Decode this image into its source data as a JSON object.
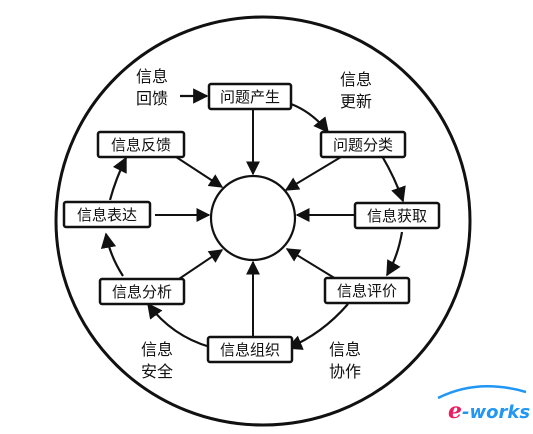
{
  "diagram": {
    "nodes": [
      {
        "id": "problem_generate",
        "label": "问题产生"
      },
      {
        "id": "problem_classify",
        "label": "问题分类"
      },
      {
        "id": "info_acquire",
        "label": "信息获取"
      },
      {
        "id": "info_evaluate",
        "label": "信息评价"
      },
      {
        "id": "info_organize",
        "label": "信息组织"
      },
      {
        "id": "info_analyze",
        "label": "信息分析"
      },
      {
        "id": "info_express",
        "label": "信息表达"
      },
      {
        "id": "info_feedback",
        "label": "信息反馈"
      }
    ],
    "outer_labels": {
      "top_left_1": "信息",
      "top_left_2": "回馈",
      "top_right_1": "信息",
      "top_right_2": "更新",
      "bottom_left_1": "信息",
      "bottom_left_2": "安全",
      "bottom_right_1": "信息",
      "bottom_right_2": "协作"
    }
  },
  "logo": {
    "text": "e-works",
    "color_e": "#e91e63",
    "color_works": "#2196f3"
  },
  "colors": {
    "stroke": "#111111",
    "background": "#ffffff"
  }
}
